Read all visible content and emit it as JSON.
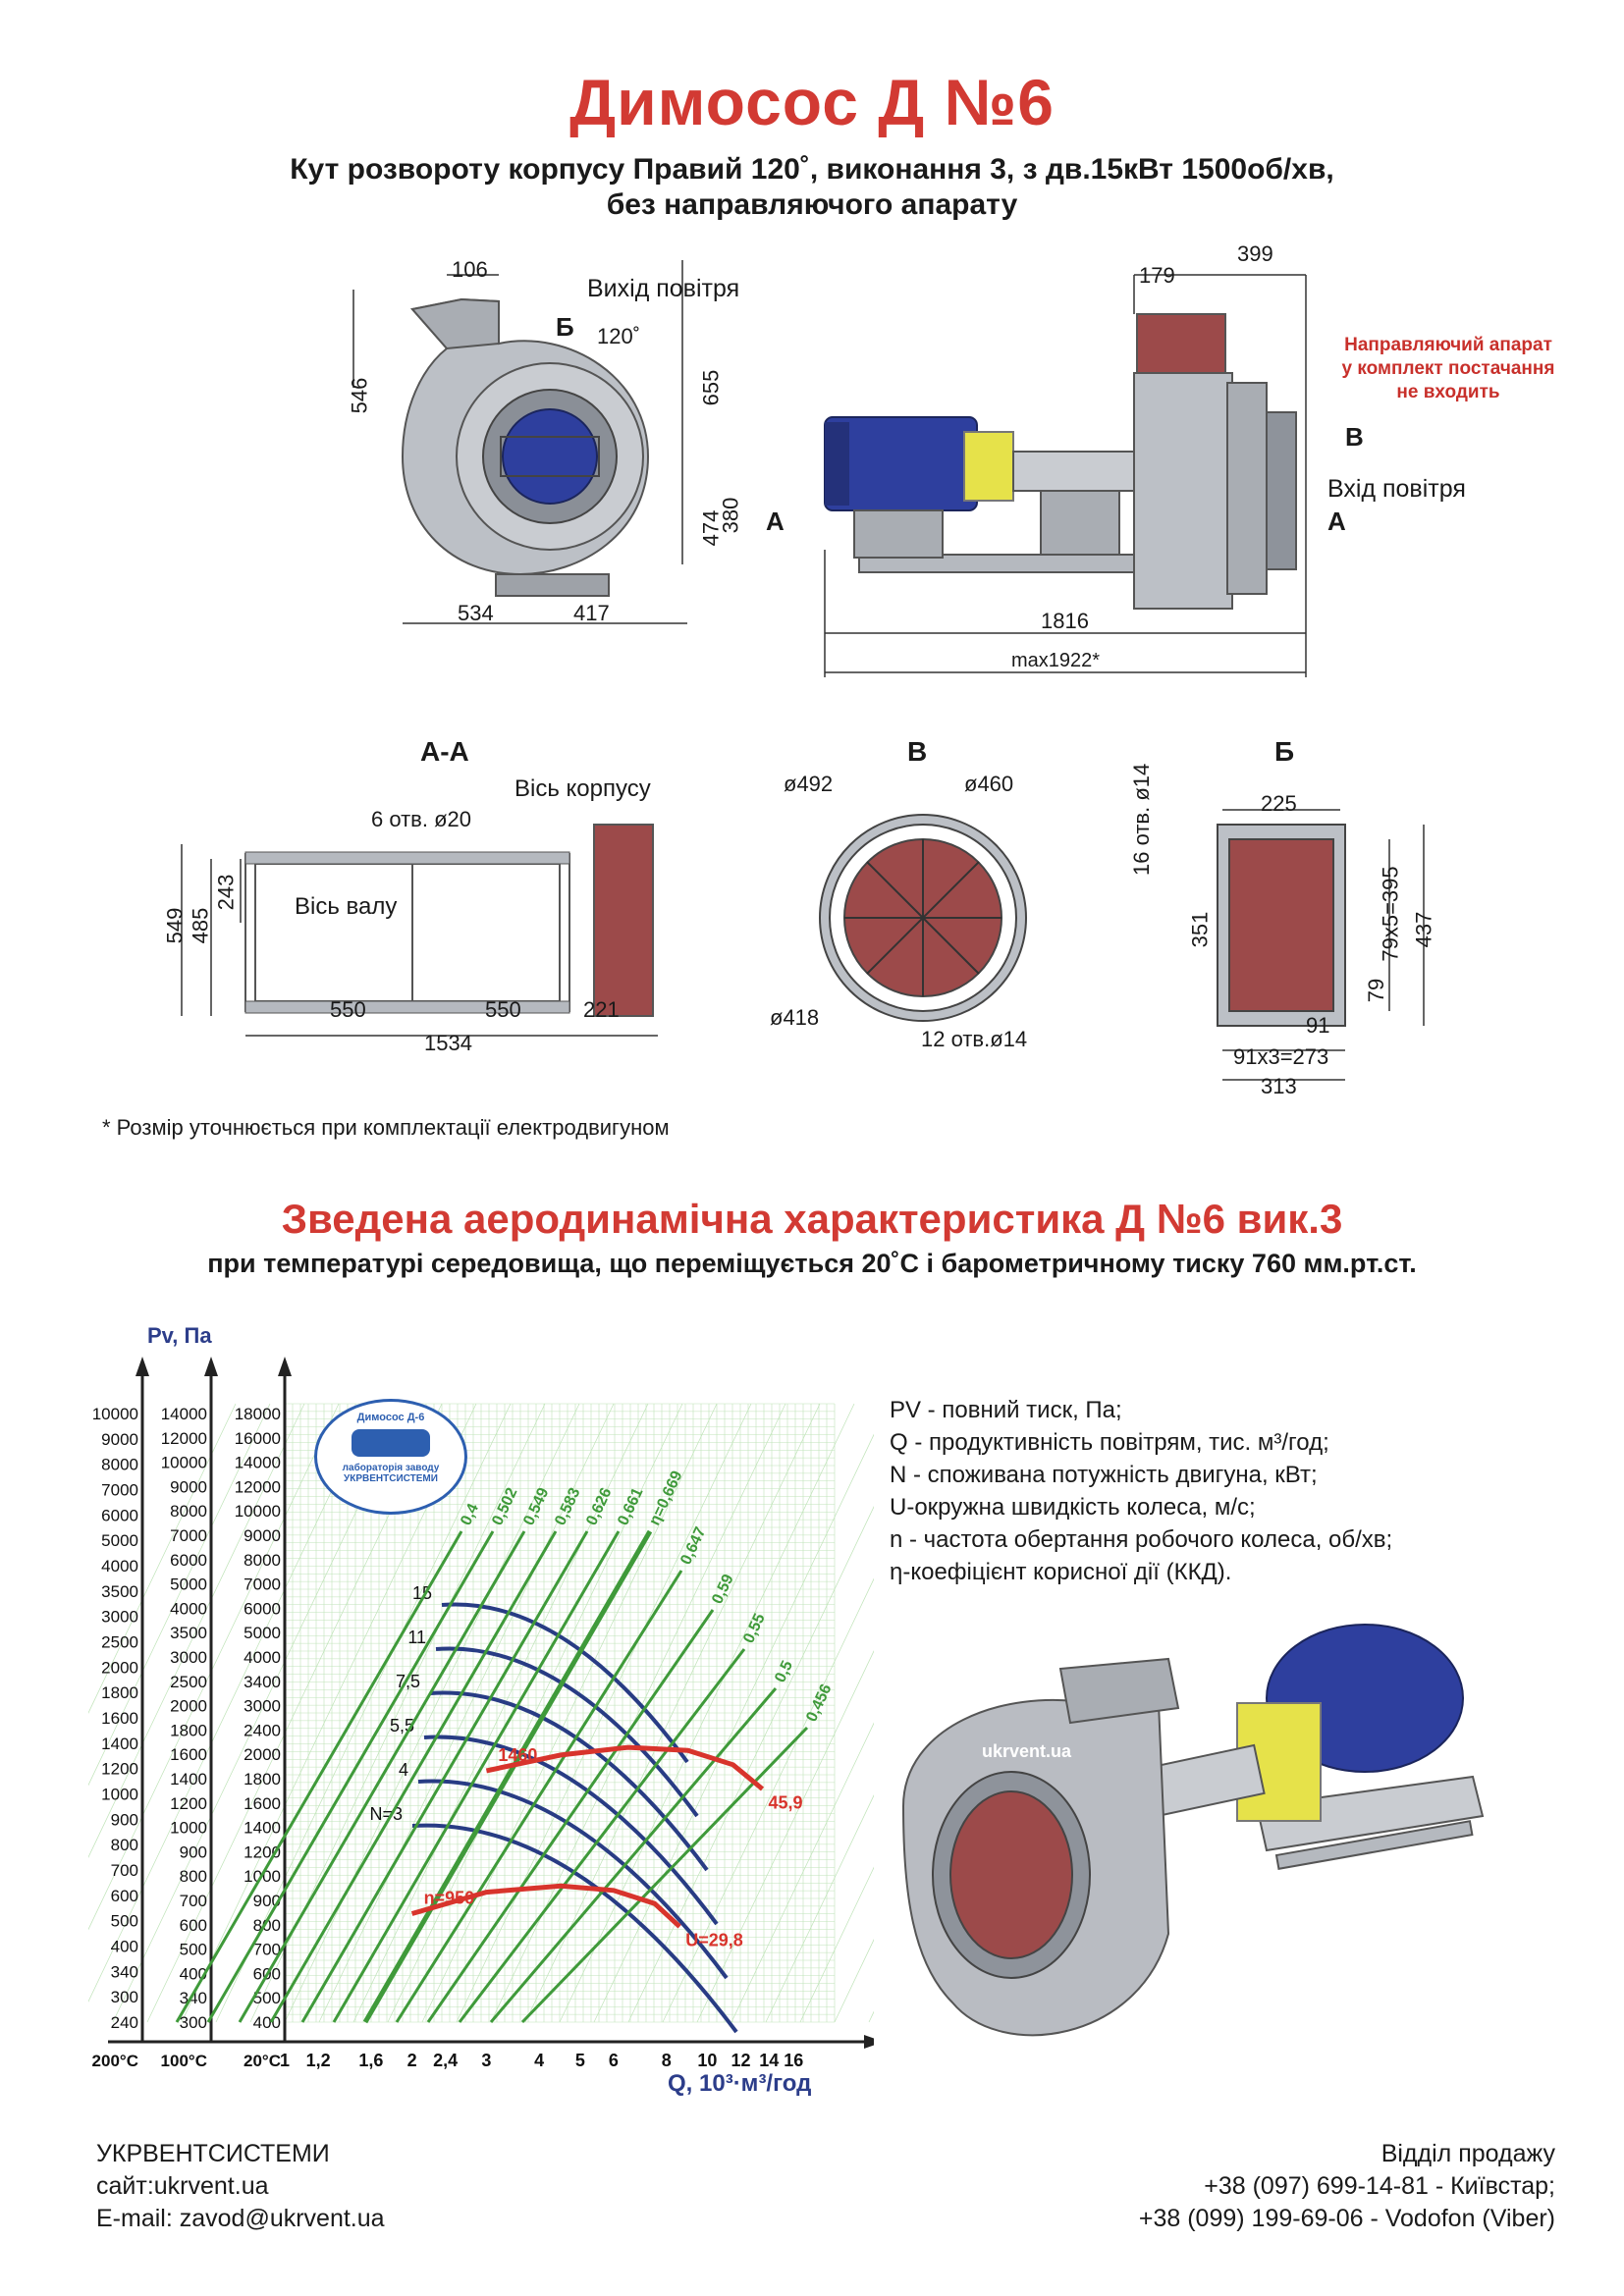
{
  "header": {
    "title": "Димосос  Д №6",
    "subtitle_line1": "Кут розвороту корпусу Правий 120˚, виконання 3, з дв.15кВт 1500об/хв,",
    "subtitle_line2": "без направляючого апарату"
  },
  "drawing": {
    "front": {
      "dim_106": "106",
      "outlet_label": "Вихід повітря",
      "section_b": "Б",
      "angle": "120˚",
      "dim_546": "546",
      "dim_655": "655",
      "dim_474": "474",
      "dim_534": "534",
      "dim_417": "417"
    },
    "side": {
      "dim_179": "179",
      "dim_399": "399",
      "guide_note_line1": "Направляючий апарат",
      "guide_note_line2": "у комплект постачання",
      "guide_note_line3": "не входить",
      "section_v": "В",
      "inlet_label": "Вхід повітря",
      "section_a_left": "А",
      "section_a_right": "А",
      "dim_380": "380",
      "dim_1816": "1816",
      "dim_max": "max1922*"
    },
    "section_aa": {
      "label": "А-А",
      "axis_body": "Вісь корпусу",
      "holes": "6 отв. ø20",
      "axis_shaft": "Вісь валу",
      "dim_549": "549",
      "dim_485": "485",
      "dim_243": "243",
      "dim_550a": "550",
      "dim_550b": "550",
      "dim_221": "221",
      "dim_1534": "1534"
    },
    "section_v": {
      "label": "В",
      "d492": "ø492",
      "d460": "ø460",
      "d418": "ø418",
      "holes": "12 отв.ø14"
    },
    "section_b": {
      "label": "Б",
      "dim_225": "225",
      "holes": "16 отв. ø14",
      "dim_351": "351",
      "dim_79x5": "79x5=395",
      "dim_437": "437",
      "dim_79": "79",
      "dim_91": "91",
      "dim_91x3": "91x3=273",
      "dim_313": "313"
    },
    "watermark": "ukrvent.ua",
    "footnote": "* Розмір уточнюється при комплектації електродвигуном"
  },
  "chart_header": {
    "title": "Зведена аеродинамічна характеристика Д №6 вик.3",
    "subtitle": "при температурі середовища, що переміщується 20˚С і барометричному тиску 760 мм.рт.ст."
  },
  "chart_data": {
    "type": "line",
    "xlabel": "Q, 10³·м³/год",
    "ylabel": "Pv, Па",
    "x_scale": "log",
    "y_scale": "log",
    "x_ticks": [
      "1",
      "1,2",
      "1,6",
      "2",
      "2,4",
      "3",
      "4",
      "5",
      "6",
      "8",
      "10",
      "12",
      "14",
      "16"
    ],
    "temperature_labels": [
      "200°С",
      "100°С",
      "20°С"
    ],
    "y_axis_200C": [
      "10000",
      "9000",
      "8000",
      "7000",
      "6000",
      "5000",
      "4000",
      "3500",
      "3000",
      "2500",
      "2000",
      "1800",
      "1600",
      "1400",
      "1200",
      "1000",
      "900",
      "800",
      "700",
      "600",
      "500",
      "400",
      "340",
      "300",
      "240"
    ],
    "y_axis_100C": [
      "14000",
      "12000",
      "10000",
      "9000",
      "8000",
      "7000",
      "6000",
      "5000",
      "4000",
      "3500",
      "3000",
      "2500",
      "2000",
      "1800",
      "1600",
      "1400",
      "1200",
      "1000",
      "900",
      "800",
      "700",
      "600",
      "500",
      "400",
      "340",
      "300"
    ],
    "y_axis_20C": [
      "18000",
      "16000",
      "14000",
      "12000",
      "10000",
      "9000",
      "8000",
      "7000",
      "6000",
      "5000",
      "4000",
      "3400",
      "3000",
      "2400",
      "2000",
      "1800",
      "1600",
      "1400",
      "1200",
      "1000",
      "900",
      "800",
      "700",
      "600",
      "500",
      "400"
    ],
    "power_lines": [
      "N=3",
      "4",
      "5,5",
      "7,5",
      "11",
      "15"
    ],
    "efficiency_lines": [
      "0,4",
      "0,502",
      "0,549",
      "0,583",
      "0,626",
      "0,661",
      "η=0,669",
      "0,647",
      "0,59",
      "0,55",
      "0,5",
      "0,456"
    ],
    "speed_curves": [
      {
        "name": "n=950",
        "end_label": "U=29,8",
        "points": [
          [
            2.0,
            780
          ],
          [
            3.0,
            890
          ],
          [
            4.5,
            925
          ],
          [
            6.0,
            900
          ],
          [
            7.5,
            830
          ],
          [
            8.6,
            720
          ]
        ]
      },
      {
        "name": "1460",
        "end_label": "45,9",
        "points": [
          [
            3.0,
            1880
          ],
          [
            4.5,
            2070
          ],
          [
            6.5,
            2170
          ],
          [
            9.0,
            2130
          ],
          [
            11.5,
            1950
          ],
          [
            13.5,
            1680
          ]
        ]
      }
    ]
  },
  "logo": {
    "top": "Димосос Д-6",
    "middle": "лабораторія заводу",
    "bottom": "УКРВЕНТСИСТЕМИ"
  },
  "legend": [
    "PV - повний тиск, Па;",
    "Q - продуктивність повітрям, тис. м³/год;",
    "N - споживана потужність двигуна, кВт;",
    "U-окружна швидкість колеса, м/с;",
    "n - частота обертання робочого колеса, об/хв;",
    "η-коефіцієнт корисної дії (ККД)."
  ],
  "footer": {
    "company": "УКРВЕНТСИСТЕМИ",
    "site": "сайт:ukrvent.ua",
    "email": "E-mail: zavod@ukrvent.ua",
    "sales_title": "Відділ продажу",
    "phone1": "+38 (097) 699-14-81 - Київстар;",
    "phone2": "+38 (099) 199-69-06 - Vodofon (Viber)"
  },
  "colors": {
    "title_red": "#d23a33",
    "curve_red": "#d8342c",
    "power_blue": "#283c84",
    "efficiency_green": "#3f9a3a",
    "grid_green": "#bfe3b8",
    "fan_body": "#b9bcc2",
    "motor_blue": "#2e3f9e",
    "coupling_yellow": "#e6e24a",
    "duct_red": "#9c4a4a"
  }
}
